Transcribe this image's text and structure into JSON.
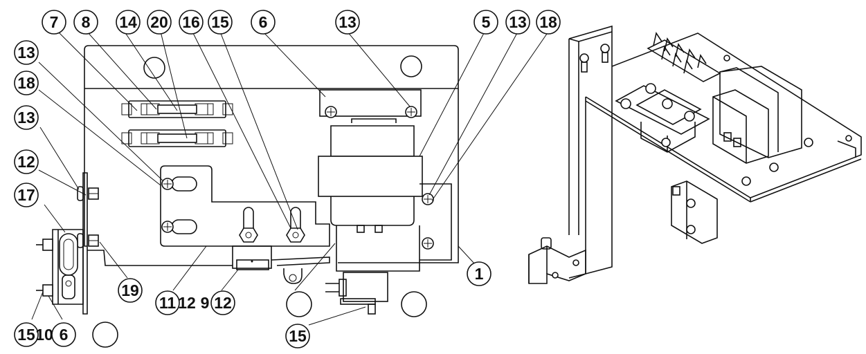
{
  "callouts": [
    {
      "id": "c7",
      "label": "7"
    },
    {
      "id": "c8",
      "label": "8"
    },
    {
      "id": "c14",
      "label": "14"
    },
    {
      "id": "c20",
      "label": "20"
    },
    {
      "id": "c16",
      "label": "16"
    },
    {
      "id": "c15a",
      "label": "15"
    },
    {
      "id": "c6",
      "label": "6"
    },
    {
      "id": "c13a",
      "label": "13"
    },
    {
      "id": "c5",
      "label": "5"
    },
    {
      "id": "c13b",
      "label": "13"
    },
    {
      "id": "c18a",
      "label": "18"
    },
    {
      "id": "c13c",
      "label": "13"
    },
    {
      "id": "c18b",
      "label": "18"
    },
    {
      "id": "c13d",
      "label": "13"
    },
    {
      "id": "c12a",
      "label": "12"
    },
    {
      "id": "c17",
      "label": "17"
    },
    {
      "id": "c19",
      "label": "19"
    },
    {
      "id": "c11",
      "label": "11"
    },
    {
      "id": "c12b",
      "label": "12"
    },
    {
      "id": "c9",
      "label": "9"
    },
    {
      "id": "c12c",
      "label": "12"
    },
    {
      "id": "c15b",
      "label": "15"
    },
    {
      "id": "c10",
      "label": "10"
    },
    {
      "id": "c6b",
      "label": "6"
    },
    {
      "id": "c15c",
      "label": "15"
    },
    {
      "id": "c1",
      "label": "1"
    }
  ]
}
